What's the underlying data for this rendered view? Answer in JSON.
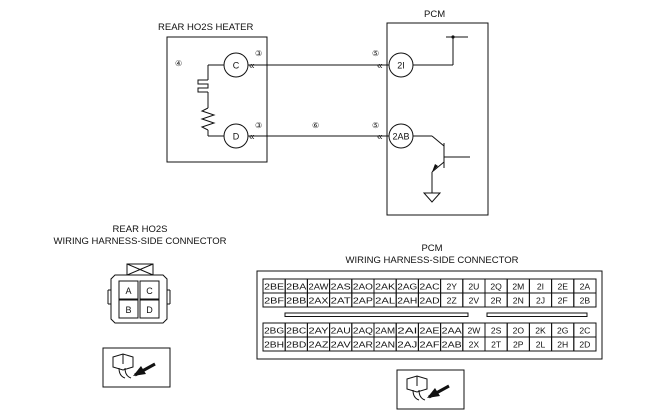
{
  "diagram": {
    "heater_title": "REAR HO2S HEATER",
    "pcm_title": "PCM",
    "heater_pins": [
      {
        "id": "C",
        "label": "C"
      },
      {
        "id": "D",
        "label": "D"
      }
    ],
    "pcm_pins": [
      {
        "id": "2I",
        "label": "2I"
      },
      {
        "id": "2AB",
        "label": "2AB"
      }
    ],
    "callouts": {
      "n3_top": "③",
      "n3_bottom": "③",
      "n4": "④",
      "n5_top": "⑤",
      "n5_bottom": "⑤",
      "n6": "⑥"
    },
    "rear_connector": {
      "title_line1": "REAR HO2S",
      "title_line2": "WIRING HARNESS-SIDE CONNECTOR",
      "terminals": [
        {
          "id": "A",
          "label": "A"
        },
        {
          "id": "C",
          "label": "C"
        },
        {
          "id": "B",
          "label": "B"
        },
        {
          "id": "D",
          "label": "D"
        }
      ]
    },
    "pcm_connector": {
      "title_line1": "PCM",
      "title_line2": "WIRING HARNESS-SIDE CONNECTOR",
      "top_rows": [
        [
          "2BE",
          "2BA",
          "2AW",
          "2AS",
          "2AO",
          "2AK",
          "2AG",
          "2AC",
          "2Y",
          "2U",
          "2Q",
          "2M",
          "2I",
          "2E",
          "2A"
        ],
        [
          "2BF",
          "2BB",
          "2AX",
          "2AT",
          "2AP",
          "2AL",
          "2AH",
          "2AD",
          "2Z",
          "2V",
          "2R",
          "2N",
          "2J",
          "2F",
          "2B"
        ]
      ],
      "bottom_rows": [
        [
          "2BG",
          "2BC",
          "2AY",
          "2AU",
          "2AQ",
          "2AM",
          "2AI",
          "2AE",
          "2AA",
          "2W",
          "2S",
          "2O",
          "2K",
          "2G",
          "2C"
        ],
        [
          "2BH",
          "2BD",
          "2AZ",
          "2AV",
          "2AR",
          "2AN",
          "2AJ",
          "2AF",
          "2AB",
          "2X",
          "2T",
          "2P",
          "2L",
          "2H",
          "2D"
        ]
      ]
    }
  }
}
